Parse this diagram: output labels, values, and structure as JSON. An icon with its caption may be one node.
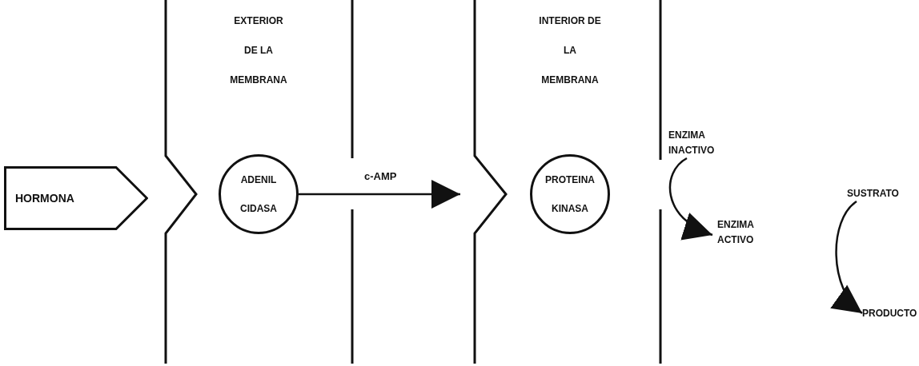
{
  "diagram": {
    "nodes": [
      {
        "text": [
          "HORMONA"
        ]
      },
      {
        "text": [
          "ADENIL CIDASA"
        ]
      },
      {
        "text": [
          "PROTEINA KINASA"
        ]
      },
      {
        "text": [
          "ENZIMA INACTIVO"
        ]
      },
      {
        "text": [
          "ENZIMA ACTIVO"
        ]
      },
      {
        "text": [
          "SUSTRATO"
        ]
      },
      {
        "text": [
          "PRODUCTO"
        ]
      }
    ],
    "edges": [
      {
        "from": 1,
        "to": 2,
        "arrow": "to",
        "label": "c-AMP"
      },
      {
        "from": 3,
        "to": 4,
        "arrow": "to"
      },
      {
        "from": 5,
        "to": 6,
        "arrow": "to"
      }
    ],
    "labels": [
      "EXTERIOR DE LA MEMBRANA",
      "INTERIOR DE LA MEMBRANA"
    ]
  }
}
